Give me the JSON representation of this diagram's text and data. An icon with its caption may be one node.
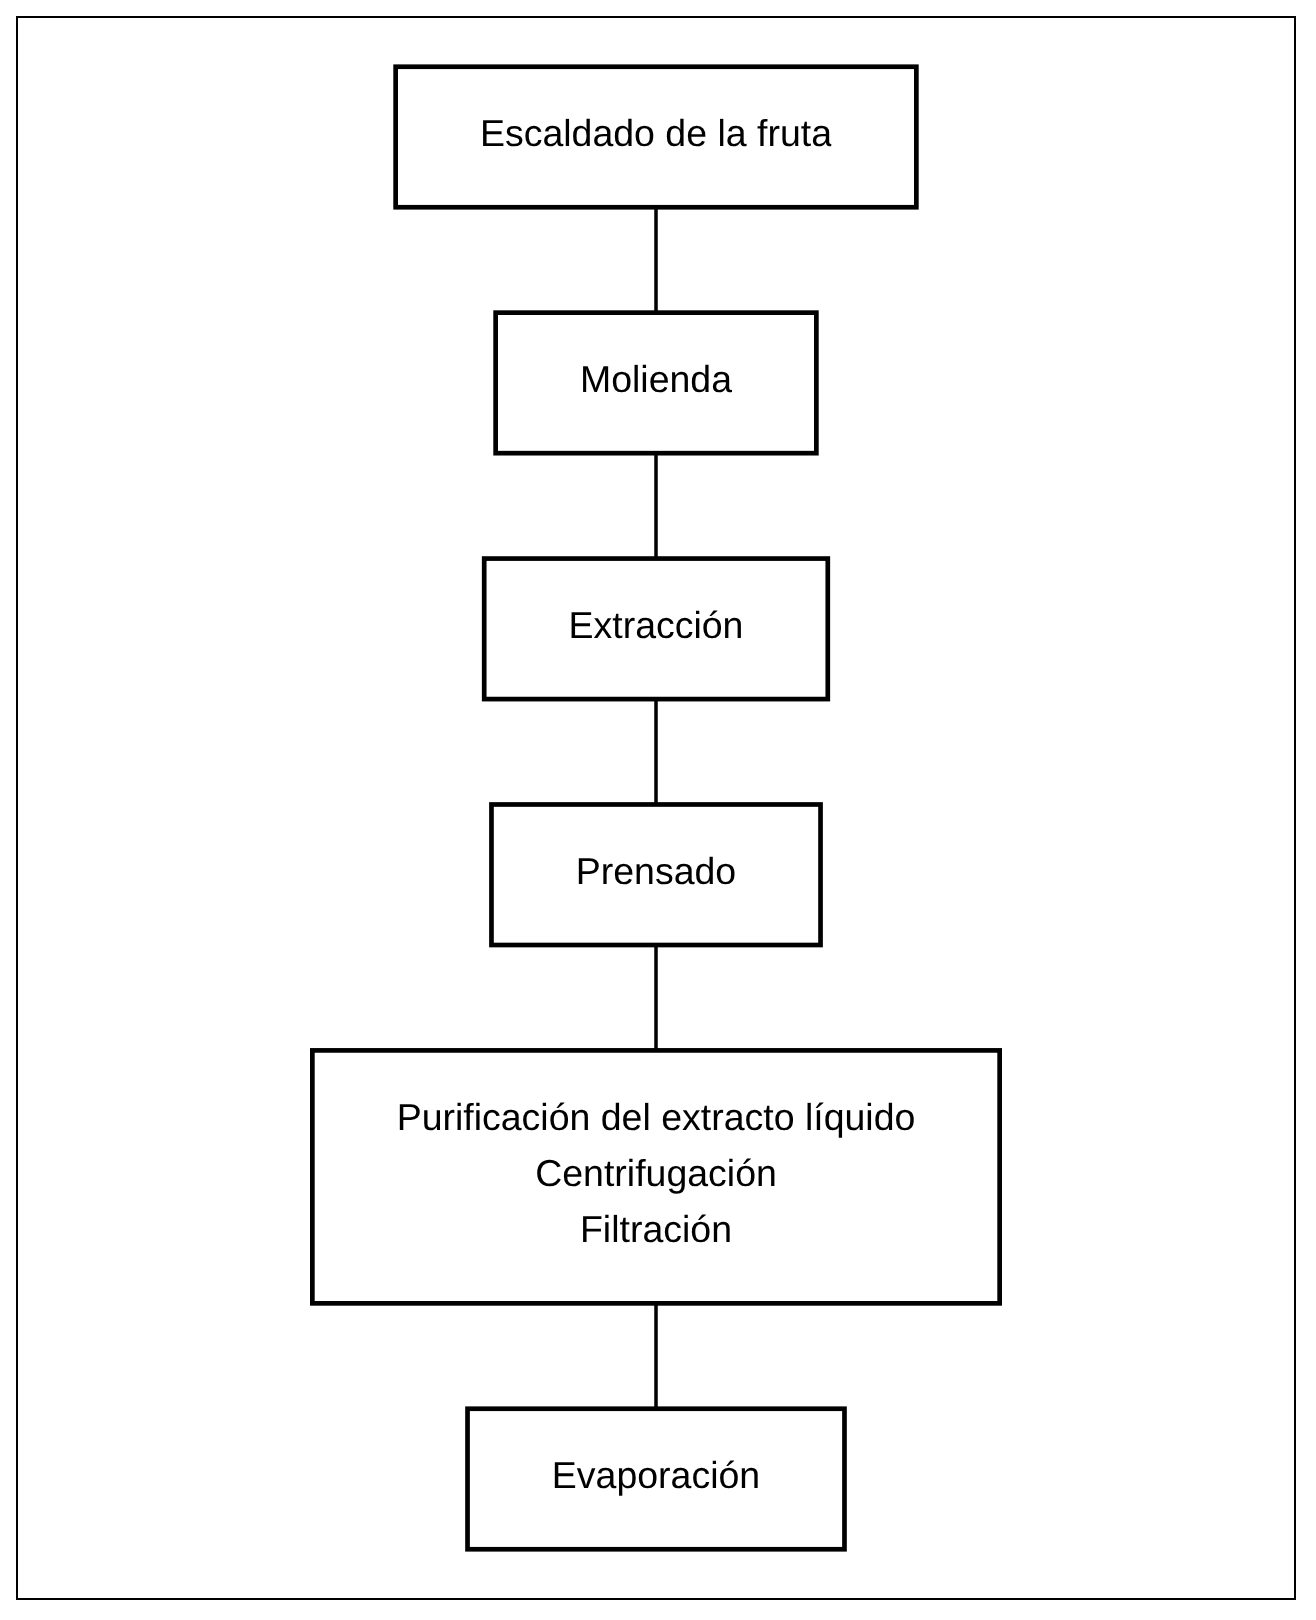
{
  "diagram": {
    "nodes": [
      {
        "text": [
          "Escaldado de la fruta"
        ]
      },
      {
        "text": [
          "Molienda"
        ]
      },
      {
        "text": [
          "Extracción"
        ]
      },
      {
        "text": [
          "Prensado"
        ]
      },
      {
        "text": [
          "Purificación del extracto líquido",
          "Centrifugación",
          "Filtración"
        ]
      },
      {
        "text": [
          "Evaporación"
        ]
      }
    ],
    "edges": [
      {
        "from": 0,
        "to": 1,
        "arrow": "none"
      },
      {
        "from": 1,
        "to": 2,
        "arrow": "none"
      },
      {
        "from": 2,
        "to": 3,
        "arrow": "none"
      },
      {
        "from": 3,
        "to": 4,
        "arrow": "none"
      },
      {
        "from": 4,
        "to": 5,
        "arrow": "none"
      }
    ]
  }
}
